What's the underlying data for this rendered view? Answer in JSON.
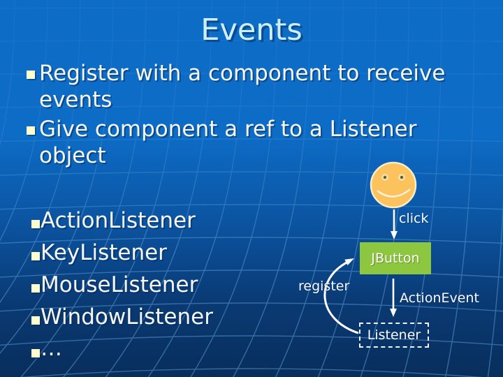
{
  "slide": {
    "title": "Events",
    "bullets": [
      {
        "line1": "Register with a component to receive",
        "line2": "events"
      },
      {
        "line1": "Give component a ref to a Listener",
        "line2": "object"
      }
    ],
    "listener_types": [
      "ActionListener",
      "KeyListener",
      "MouseListener",
      "WindowListener",
      "…"
    ]
  },
  "diagram": {
    "actor_icon": "smiley-face",
    "click_label": "click",
    "register_label": "register",
    "event_label": "ActionEvent",
    "button_label": "JButton",
    "listener_label": "Listener"
  },
  "colors": {
    "background_top": "#0d6cc6",
    "background_bottom": "#082e5c",
    "grid_line": "#5b9bd8",
    "title_text": "#cdeffb",
    "body_text": "#f6f8ef",
    "bullet_square": "#ffffcc",
    "button_fill": "#8dc63f",
    "smiley_fill": "#fcc25e",
    "diagram_line": "#ffffff"
  }
}
